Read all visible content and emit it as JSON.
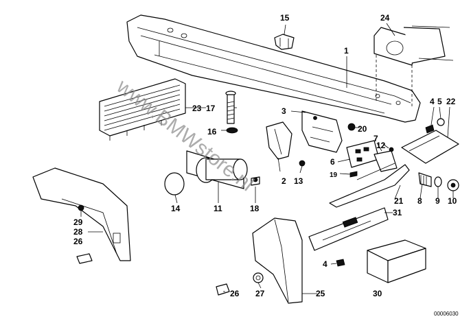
{
  "diagram": {
    "reference_number": "00006030",
    "watermark": "www.BMWstore.nl",
    "callouts": {
      "p1": "1",
      "p2": "2",
      "p3": "3",
      "p4a": "4",
      "p4b": "4",
      "p5": "5",
      "p6": "6",
      "p7": "7",
      "p8": "8",
      "p9": "9",
      "p10": "10",
      "p11": "11",
      "p12": "12",
      "p13": "13",
      "p14": "14",
      "p15": "15",
      "p16": "16",
      "p17": "17",
      "p18": "18",
      "p19": "19",
      "p20": "20",
      "p21": "21",
      "p22": "22",
      "p23": "23",
      "p24": "24",
      "p25": "25",
      "p26a": "26",
      "p26b": "26",
      "p27": "27",
      "p28": "28",
      "p29": "29",
      "p30": "30",
      "p31": "31"
    }
  }
}
